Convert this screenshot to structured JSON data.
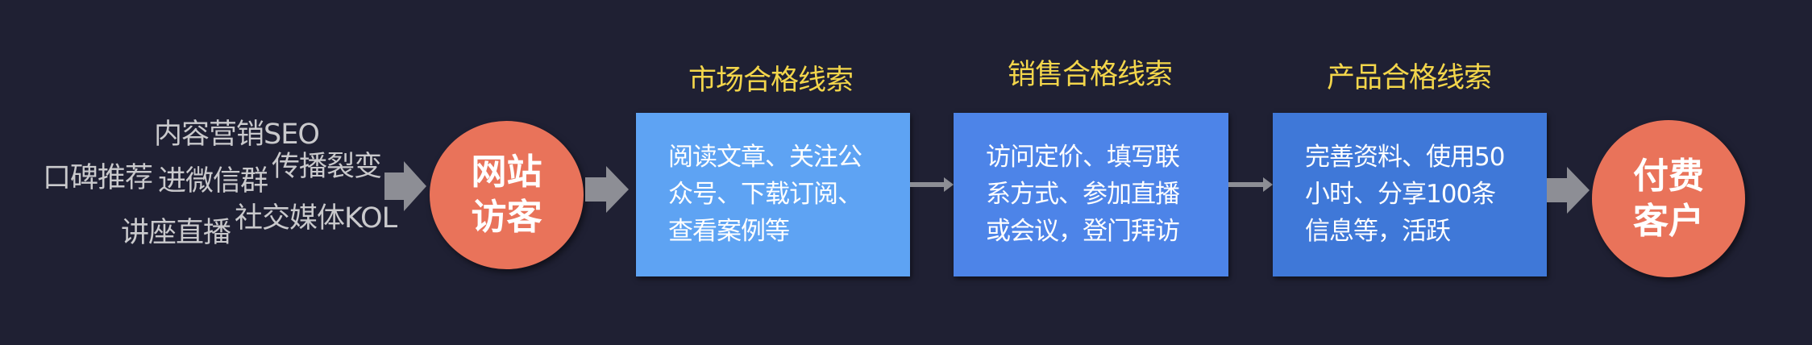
{
  "sources": [
    "内容营销SEO",
    "口碑推荐",
    "进微信群",
    "传播裂变",
    "讲座直播",
    "社交媒体KOL"
  ],
  "visitor": {
    "line1": "网站",
    "line2": "访客"
  },
  "stages": [
    {
      "title": "市场合格线索",
      "lines": [
        "阅读文章、关注公",
        "众号、下载订阅、",
        "查看案例等"
      ],
      "color": "#5ea3f3"
    },
    {
      "title": "销售合格线索",
      "lines": [
        "访问定价、填写联",
        "系方式、参加直播",
        "或会议，登门拜访"
      ],
      "color": "#4d84e8"
    },
    {
      "title": "产品合格线索",
      "lines": [
        "完善资料、使用50",
        "小时、分享100条",
        "信息等，活跃"
      ],
      "color": "#3f78d8"
    }
  ],
  "customer": {
    "line1": "付费",
    "line2": "客户"
  },
  "colors": {
    "background": "#1f2033",
    "circle": "#e9735a",
    "title": "#f3d64b",
    "arrow": "#8d8e95"
  }
}
